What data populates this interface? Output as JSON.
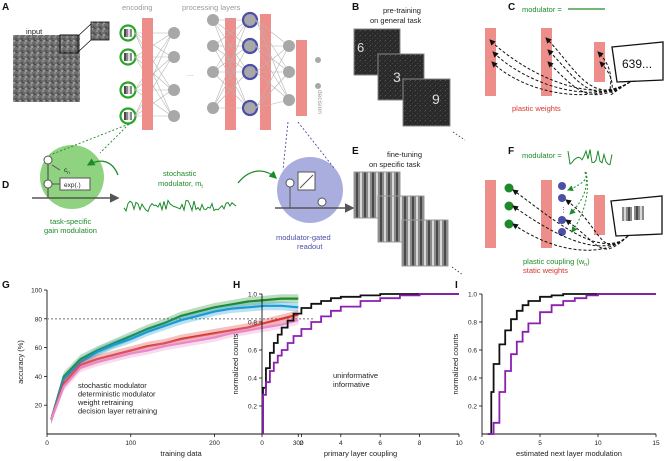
{
  "panels": {
    "A": {
      "label": "A",
      "input_label": "input",
      "encoding_label": "encoding",
      "processing_label": "processing layers",
      "ellipsis": "...",
      "decision_label": "decision"
    },
    "B": {
      "label": "B",
      "title_line1": "pre-training",
      "title_line2": "on general task",
      "digits": [
        "6",
        "3",
        "9"
      ]
    },
    "C": {
      "label": "C",
      "modulator_label": "modulator =",
      "plastic_label": "plastic weights",
      "card_text": "639..."
    },
    "D": {
      "label": "D",
      "stochastic_line1": "stochastic",
      "stochastic_line2": "modulator, m",
      "stochastic_sub": "t",
      "gain_line1": "task-specific",
      "gain_line2": "gain modulation",
      "readout_line1": "modulator-gated",
      "readout_line2": "readout",
      "exp_label": "exp(.)",
      "cn_label": "c",
      "cn_sub": "n"
    },
    "E": {
      "label": "E",
      "title_line1": "fine-tuning",
      "title_line2": "on specific task"
    },
    "F": {
      "label": "F",
      "modulator_label": "modulator =",
      "coupling_label": "plastic coupling (w",
      "coupling_sub": "n",
      "coupling_end": ")",
      "static_label": "static weights"
    }
  },
  "colors": {
    "stochastic": "#1d8a2a",
    "deterministic": "#1b9ad6",
    "weight": "#d9352b",
    "decision": "#e88ac8",
    "uninformative": "#111111",
    "informative": "#8a1fb0",
    "layer_fill": "#ee8e8a",
    "node_grey": "#a8a8a8",
    "green_circle": "#8fd27f",
    "purple_circle": "#a9aedf"
  },
  "chart_data": [
    {
      "panel": "G",
      "type": "line",
      "xlabel": "training data",
      "ylabel": "accuracy (%)",
      "xlim": [
        0,
        320
      ],
      "ylim": [
        0,
        100
      ],
      "xticks": [
        0,
        100,
        200,
        300
      ],
      "yticks": [
        20,
        40,
        60,
        80,
        100
      ],
      "reference_line": 80,
      "x": [
        5,
        20,
        40,
        60,
        80,
        100,
        120,
        140,
        160,
        180,
        200,
        220,
        240,
        260,
        280,
        300
      ],
      "series": [
        {
          "name": "stochastic modulator",
          "color_key": "stochastic",
          "values": [
            10,
            40,
            52,
            58,
            63,
            68,
            73,
            77,
            82,
            85,
            88,
            90,
            92,
            93,
            94,
            94
          ]
        },
        {
          "name": "deterministic modulator",
          "color_key": "deterministic",
          "values": [
            10,
            38,
            50,
            57,
            62,
            66,
            71,
            75,
            79,
            82,
            85,
            87,
            88,
            89,
            89,
            88
          ]
        },
        {
          "name": "weight retraining",
          "color_key": "weight",
          "values": [
            10,
            35,
            48,
            52,
            55,
            58,
            61,
            63,
            66,
            68,
            70,
            72,
            74,
            77,
            80,
            83
          ]
        },
        {
          "name": "decision layer retraining",
          "color_key": "decision",
          "values": [
            10,
            33,
            46,
            50,
            53,
            56,
            58,
            61,
            63,
            65,
            67,
            70,
            72,
            74,
            76,
            79
          ]
        }
      ]
    },
    {
      "panel": "H",
      "type": "line",
      "xlabel": "primary layer coupling",
      "ylabel": "normalized counts",
      "xlim": [
        0,
        10
      ],
      "ylim": [
        0,
        1.0
      ],
      "xticks": [
        0,
        2,
        4,
        6,
        8,
        10
      ],
      "yticks": [
        0.2,
        0.4,
        0.6,
        0.8,
        1.0
      ],
      "x": [
        0.05,
        0.2,
        0.4,
        0.6,
        0.8,
        1.0,
        1.3,
        1.6,
        2.0,
        2.5,
        3.0,
        3.5,
        4.0,
        5.0,
        6.0,
        7.0,
        8.0,
        9.0,
        10.0
      ],
      "series": [
        {
          "name": "uninformative",
          "color_key": "uninformative",
          "values": [
            0.33,
            0.47,
            0.58,
            0.65,
            0.71,
            0.76,
            0.81,
            0.86,
            0.9,
            0.93,
            0.95,
            0.97,
            0.98,
            0.99,
            1.0,
            1.0,
            1.0,
            1.0,
            1.0
          ]
        },
        {
          "name": "informative",
          "color_key": "informative",
          "values": [
            0.28,
            0.37,
            0.45,
            0.51,
            0.56,
            0.6,
            0.65,
            0.7,
            0.75,
            0.8,
            0.84,
            0.88,
            0.91,
            0.95,
            0.97,
            0.99,
            1.0,
            1.0,
            1.0
          ]
        }
      ]
    },
    {
      "panel": "I",
      "type": "line",
      "xlabel": "estimated next layer modulation",
      "ylabel": "normalized counts",
      "xlim": [
        0,
        15
      ],
      "ylim": [
        0,
        1.0
      ],
      "xticks": [
        0,
        5,
        10,
        15
      ],
      "yticks": [
        0.2,
        0.4,
        0.6,
        0.8,
        1.0
      ],
      "x": [
        0.5,
        0.8,
        1.0,
        1.5,
        2.0,
        2.5,
        3.0,
        3.5,
        4.0,
        5.0,
        6.0,
        7.0,
        8.0,
        9.0,
        10.0,
        12.0,
        15.0
      ],
      "series": [
        {
          "name": "uninformative",
          "color_key": "uninformative",
          "values": [
            0.0,
            0.3,
            0.5,
            0.64,
            0.74,
            0.82,
            0.88,
            0.92,
            0.95,
            0.98,
            0.99,
            1.0,
            1.0,
            1.0,
            1.0,
            1.0,
            1.0
          ]
        },
        {
          "name": "informative",
          "color_key": "informative",
          "values": [
            0.0,
            0.0,
            0.08,
            0.3,
            0.45,
            0.57,
            0.66,
            0.73,
            0.79,
            0.87,
            0.92,
            0.95,
            0.97,
            0.99,
            1.0,
            1.0,
            1.0
          ]
        }
      ]
    }
  ]
}
